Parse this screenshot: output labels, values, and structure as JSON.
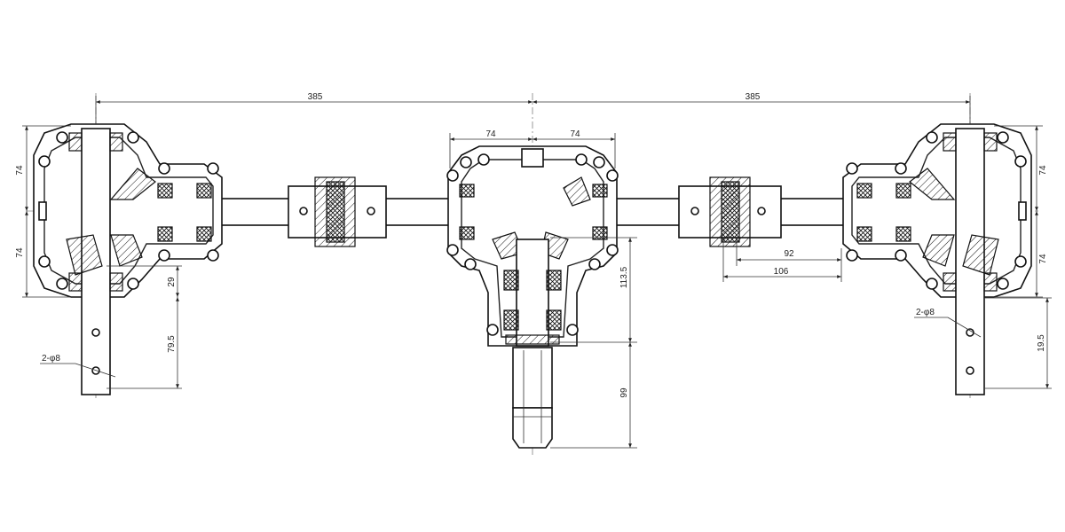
{
  "dimensions": {
    "span_left": "385",
    "span_right": "385",
    "center_half_left": "74",
    "center_half_right": "74",
    "left_upper_height": "74",
    "left_lower_height": "74",
    "right_upper_height": "74",
    "right_lower_height": "74",
    "left_offset": "29",
    "left_shaft_len": "79.5",
    "left_holes": "2-φ8",
    "right_holes": "2-φ8",
    "right_shaft_len": "19.5",
    "center_height": "113.5",
    "input_shaft_len": "99",
    "coupling_inner": "92",
    "coupling_outer": "106"
  }
}
